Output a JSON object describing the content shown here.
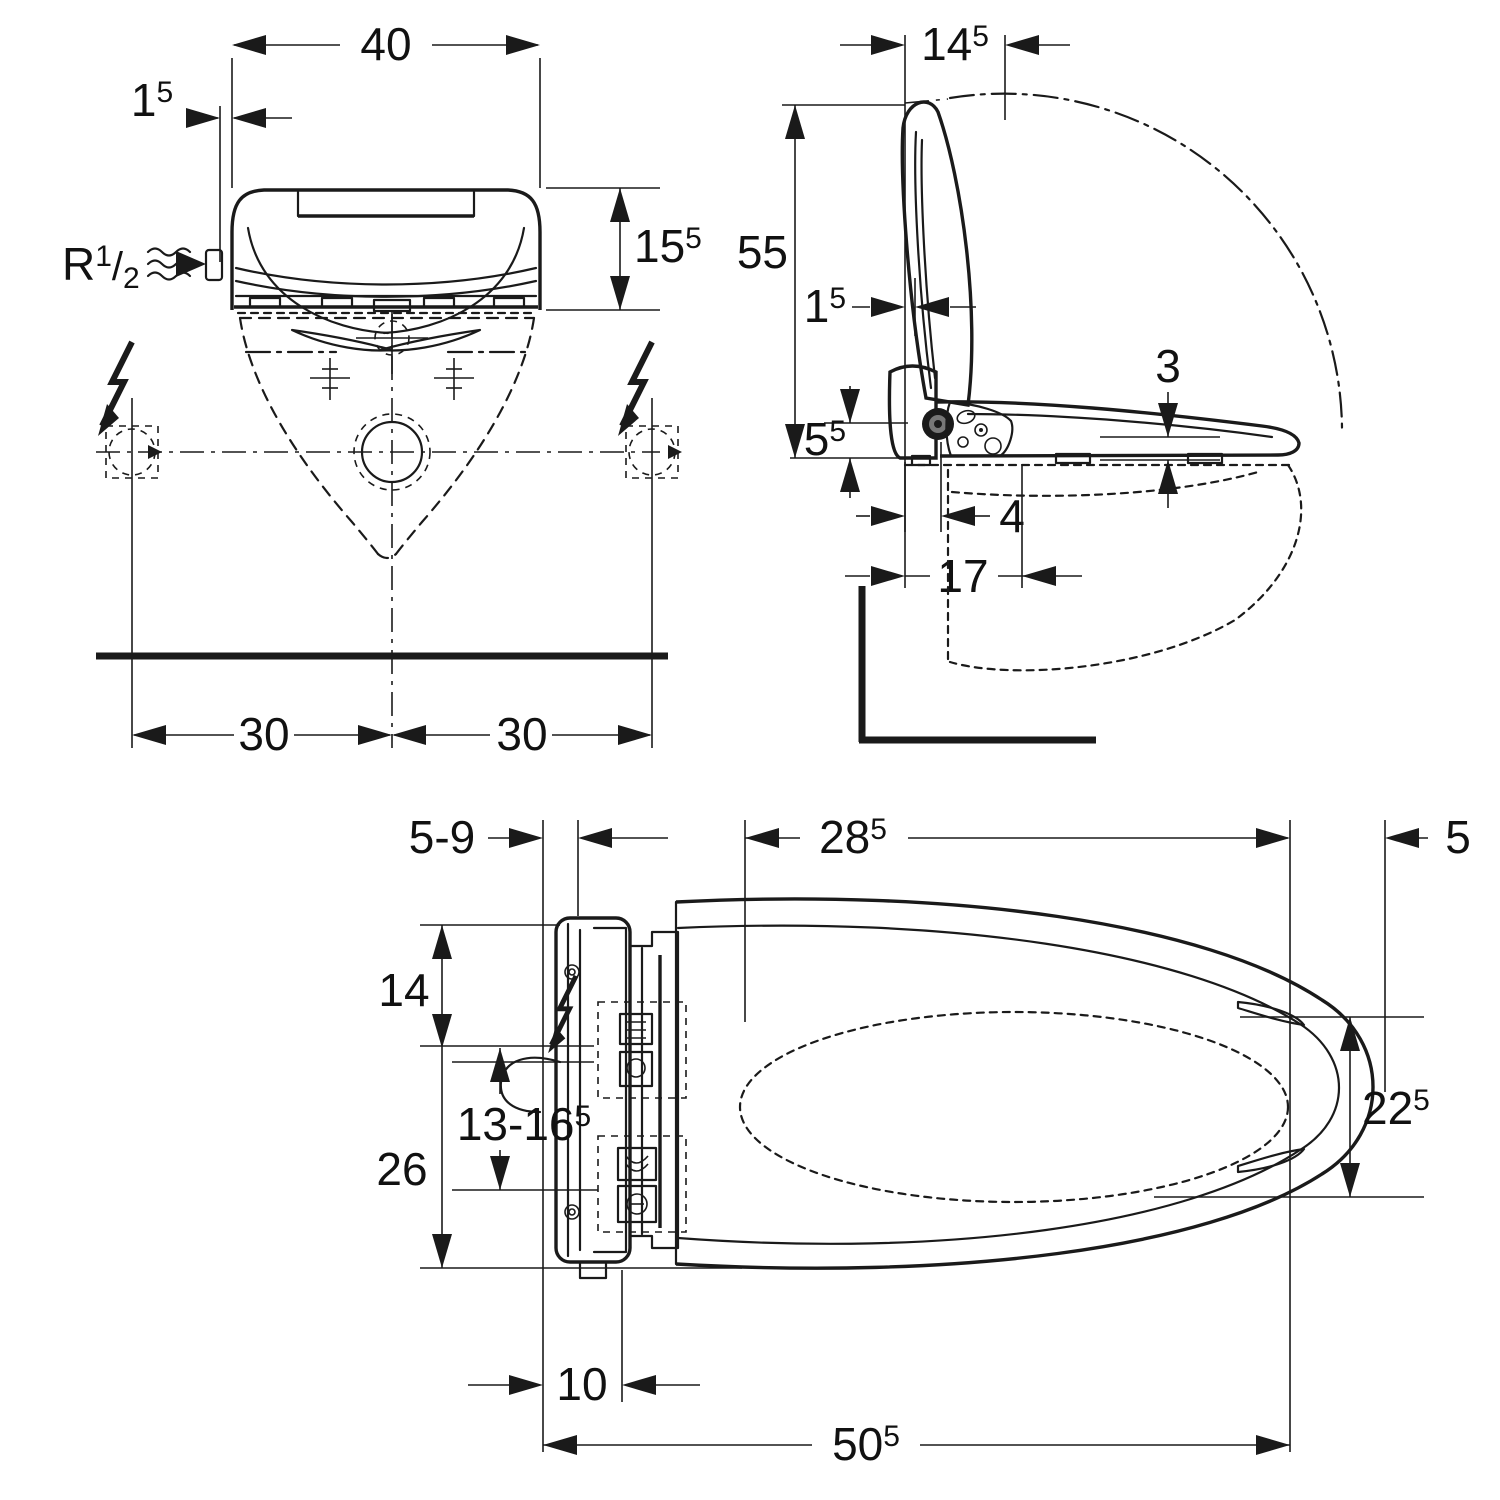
{
  "drawing": {
    "title": "shower-toilet-seat-dimension-drawing",
    "ink_color": "#1a1a1a",
    "paper_color": "#ffffff",
    "icons": {
      "electric": "lightning-bolt-icon",
      "water": "flow-waves-icon"
    },
    "views": {
      "front": {
        "dims": {
          "width": {
            "main": "40",
            "sup": ""
          },
          "offset": {
            "main": "1",
            "sup": "5"
          },
          "height": {
            "main": "15",
            "sup": "5"
          },
          "fix_left": {
            "main": "30",
            "sup": ""
          },
          "fix_right": {
            "main": "30",
            "sup": ""
          }
        },
        "connection": {
          "r": "R",
          "sup": "1",
          "slash": "/",
          "sub": "2"
        }
      },
      "side": {
        "dims": {
          "lid_top": {
            "main": "14",
            "sup": "5"
          },
          "height": {
            "main": "55",
            "sup": ""
          },
          "seat_offset": {
            "main": "1",
            "sup": "5"
          },
          "lip": {
            "main": "3",
            "sup": ""
          },
          "inlet_height": {
            "main": "5",
            "sup": "5"
          },
          "valve_offset": {
            "main": "4",
            "sup": ""
          },
          "hinge_depth": {
            "main": "17",
            "sup": ""
          }
        }
      },
      "top": {
        "dims": {
          "wall_range": {
            "main": "5-9",
            "sup": ""
          },
          "opening_dist": {
            "main": "28",
            "sup": "5"
          },
          "front_edge": {
            "main": "5",
            "sup": ""
          },
          "back_depth": {
            "main": "14",
            "sup": ""
          },
          "cable_range": {
            "main": "13-16",
            "sup": "5"
          },
          "bracket_len": {
            "main": "26",
            "sup": ""
          },
          "opening_width": {
            "main": "22",
            "sup": "5"
          },
          "bracket_depth": {
            "main": "10",
            "sup": ""
          },
          "total_length": {
            "main": "50",
            "sup": "5"
          }
        }
      }
    }
  }
}
